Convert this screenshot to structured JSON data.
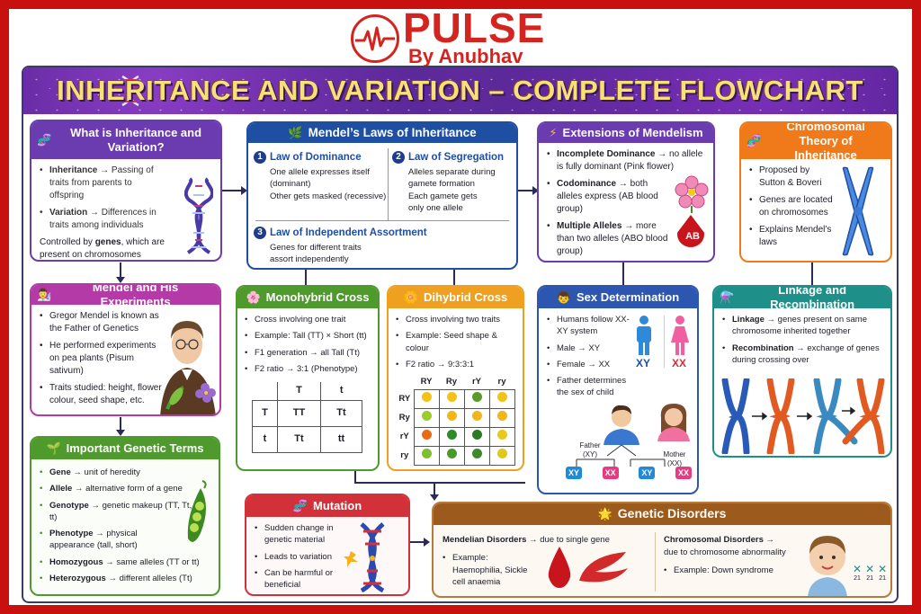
{
  "brand": {
    "name": "PULSE",
    "tagline": "By Anubhav"
  },
  "title": "INHERITANCE AND VARIATION – COMPLETE FLOWCHART",
  "colors": {
    "frame_red": "#c8100f",
    "purple": "#6b3bb0",
    "blue": "#1e4fa3",
    "orange": "#f07a1a",
    "magenta": "#b43aa8",
    "green": "#4e9a2c",
    "amber": "#f0a020",
    "navy": "#2c56b0",
    "teal": "#1f8f8a",
    "red": "#d3313a",
    "brown": "#9c5a1c"
  },
  "what_is": {
    "title": "What is Inheritance and Variation?",
    "icon": "dna-icon",
    "items": [
      {
        "term": "Inheritance",
        "text": " → Passing of traits from parents to offspring"
      },
      {
        "term": "Variation",
        "text": " → Differences in traits among individuals"
      }
    ],
    "note_pre": "Controlled by ",
    "note_bold": "genes",
    "note_post": ", which are present on chromosomes"
  },
  "mendel_laws": {
    "title": "Mendel’s Laws of Inheritance",
    "icon": "sprout-icon",
    "laws": [
      {
        "num": "1",
        "name": "Law of Dominance",
        "lines": [
          "One allele expresses itself",
          "(dominant)",
          "Other gets masked (recessive)"
        ]
      },
      {
        "num": "2",
        "name": "Law of Segregation",
        "lines": [
          "Alleles separate during",
          "gamete formation",
          "Each gamete gets",
          "only one allele"
        ]
      },
      {
        "num": "3",
        "name": "Law of Independent Assortment",
        "lines": [
          "Genes for different traits",
          "assort independently"
        ]
      }
    ]
  },
  "extensions": {
    "title": "Extensions of Mendelism",
    "icon": "lightning-icon",
    "items": [
      {
        "term": "Incomplete Dominance",
        "text": " → no allele is fully dominant (Pink flower)"
      },
      {
        "term": "Codominance",
        "text": " → both alleles express (AB blood group)"
      },
      {
        "term": "Multiple Alleles",
        "text": " → more than two alleles (ABO blood group)"
      }
    ],
    "blood_label": "AB"
  },
  "chromosomal_theory": {
    "title": "Chromosomal Theory of Inheritance",
    "icon": "chromosome-icon",
    "items": [
      "Proposed by Sutton & Boveri",
      "Genes are located on chromosomes",
      "Explains Mendel’s laws"
    ]
  },
  "mendel_experiments": {
    "title": "Mendel and His Experiments",
    "icon": "scientist-icon",
    "items": [
      "Gregor Mendel is known as the Father of Genetics",
      "He performed experiments on pea plants (Pisum sativum)",
      "Traits studied: height, flower colour, seed shape, etc."
    ]
  },
  "monohybrid": {
    "title": "Monohybrid Cross",
    "icon": "flower-icon",
    "items": [
      "Cross involving one trait",
      "Example: Tall (TT) × Short (tt)",
      "F1 generation → all Tall (Tt)",
      "F2 ratio → 3:1 (Phenotype)"
    ],
    "grid": {
      "cols": [
        "T",
        "t"
      ],
      "rows": [
        {
          "h": "T",
          "cells": [
            "TT",
            "Tt"
          ]
        },
        {
          "h": "t",
          "cells": [
            "Tt",
            "tt"
          ]
        }
      ]
    }
  },
  "dihybrid": {
    "title": "Dihybrid Cross",
    "icon": "flower-icon",
    "items": [
      "Cross involving two traits",
      "Example: Seed shape & colour",
      "F2 ratio → 9:3:3:1"
    ],
    "cols": [
      "RY",
      "Ry",
      "rY",
      "ry"
    ],
    "rows": [
      {
        "h": "RY",
        "peas": [
          "#f2c21a",
          "#f2c21a",
          "#5a9a2a",
          "#f2c21a"
        ]
      },
      {
        "h": "Ry",
        "peas": [
          "#9ccc2a",
          "#f4b614",
          "#f4b614",
          "#f4b614"
        ]
      },
      {
        "h": "rY",
        "peas": [
          "#e86a14",
          "#2e8a2a",
          "#2e7a24",
          "#e8c81c"
        ]
      },
      {
        "h": "ry",
        "peas": [
          "#7cc02a",
          "#4a9a2a",
          "#3e8a28",
          "#e0c818"
        ]
      }
    ]
  },
  "sex_determination": {
    "title": "Sex Determination",
    "icon": "boy-icon",
    "items": [
      "Humans follow XX-XY system",
      "Male → XY",
      "Female → XX",
      "Father determines the sex of child"
    ],
    "male_label": "XY",
    "female_label": "XX",
    "father_label": "Father (XY)",
    "mother_label": "Mother (XX)",
    "offspring": [
      "XY",
      "XX",
      "XY",
      "XX"
    ]
  },
  "linkage": {
    "title": "Linkage and Recombination",
    "icon": "flask-icon",
    "items": [
      {
        "term": "Linkage",
        "text": " → genes present on same chromosome inherited together"
      },
      {
        "term": "Recombination",
        "text": " → exchange of genes during crossing over"
      }
    ]
  },
  "genetic_terms": {
    "title": "Important Genetic Terms",
    "icon": "seedling-icon",
    "items": [
      {
        "term": "Gene",
        "text": " → unit of heredity"
      },
      {
        "term": "Allele",
        "text": " → alternative form of a gene"
      },
      {
        "term": "Genotype",
        "text": " → genetic makeup (TT, Tt, tt)"
      },
      {
        "term": "Phenotype",
        "text": " → physical appearance (tall, short)"
      },
      {
        "term": "Homozygous",
        "text": " → same alleles (TT or tt)"
      },
      {
        "term": "Heterozygous",
        "text": " → different alleles (Tt)"
      }
    ]
  },
  "mutation": {
    "title": "Mutation",
    "icon": "dna-icon",
    "items": [
      "Sudden change in genetic material",
      "Leads to variation",
      "Can be harmful or beneficial"
    ]
  },
  "disorders": {
    "title": "Genetic Disorders",
    "icon": "sun-icon",
    "mendelian_head": "Mendelian Disorders",
    "mendelian_text": " → due to single gene",
    "mendelian_example": "Example: Haemophilia, Sickle cell anaemia",
    "chromosomal_head": "Chromosomal Disorders →",
    "chromosomal_text": "due to chromosome abnormality",
    "chromosomal_example": "Example: Down syndrome",
    "trisomy_labels": [
      "21",
      "21",
      "21"
    ]
  }
}
